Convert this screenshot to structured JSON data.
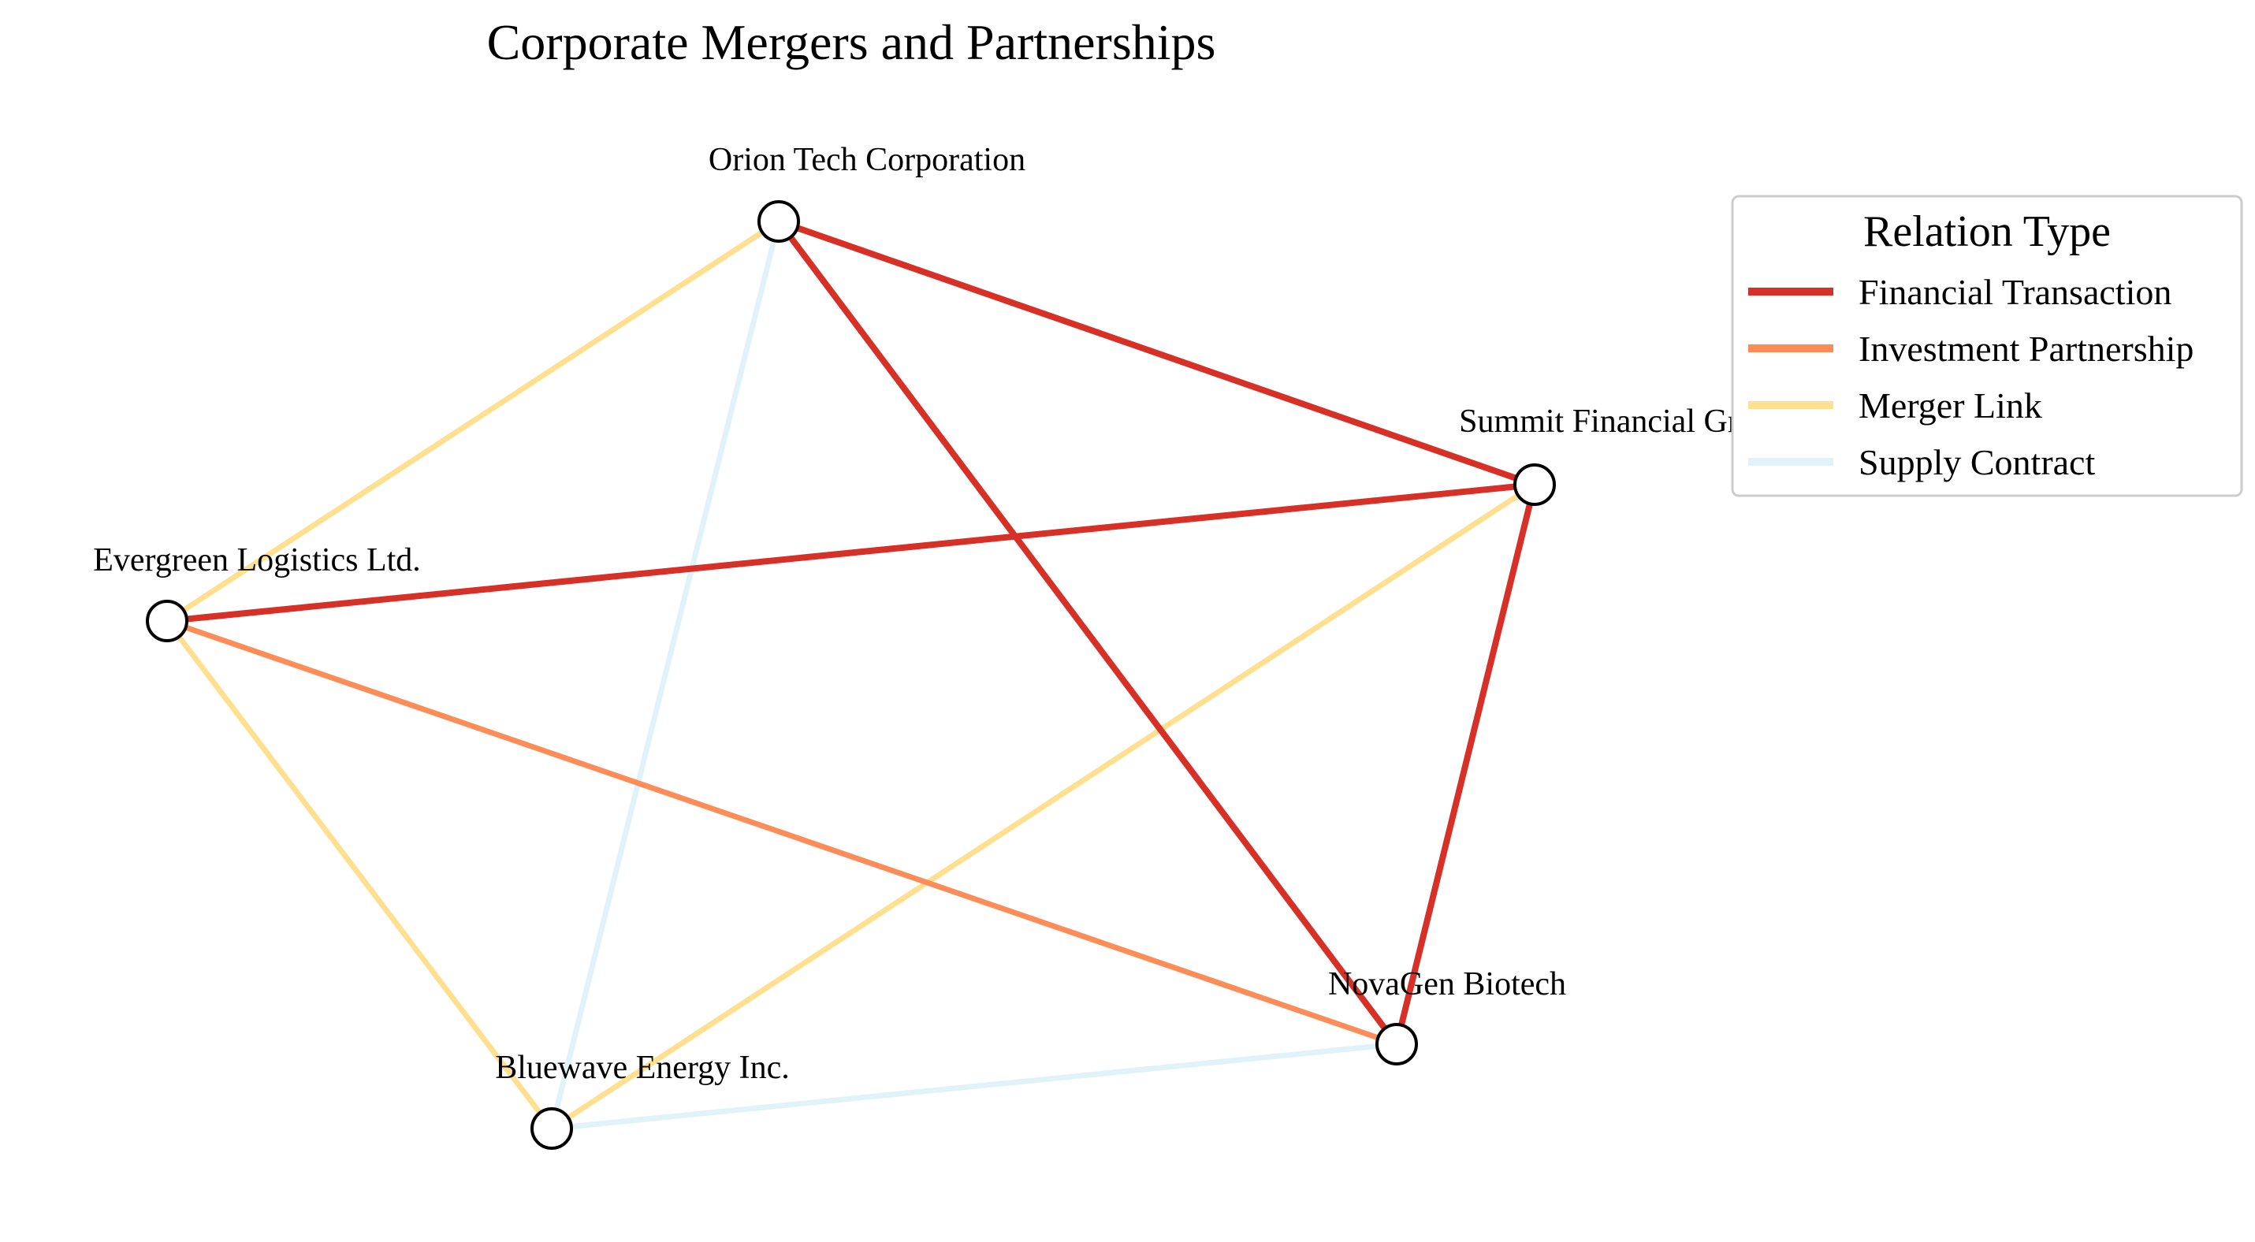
{
  "title": "Corporate Mergers and Partnerships",
  "legend": {
    "title": "Relation Type",
    "items": [
      {
        "type": "financial",
        "label": "Financial Transaction",
        "color": "#d73027"
      },
      {
        "type": "investment",
        "label": "Investment Partnership",
        "color": "#fc8d59"
      },
      {
        "type": "merger",
        "label": "Merger Link",
        "color": "#fee090"
      },
      {
        "type": "supply",
        "label": "Supply Contract",
        "color": "#e0f3f8"
      }
    ]
  },
  "nodes": [
    {
      "id": "orion",
      "label": "Orion Tech Corporation"
    },
    {
      "id": "summit",
      "label": "Summit Financial Group"
    },
    {
      "id": "evergreen",
      "label": "Evergreen Logistics Ltd."
    },
    {
      "id": "novagen",
      "label": "NovaGen Biotech"
    },
    {
      "id": "bluewave",
      "label": "Bluewave Energy Inc."
    }
  ],
  "edges": [
    {
      "source": "orion",
      "target": "summit",
      "type": "financial"
    },
    {
      "source": "orion",
      "target": "novagen",
      "type": "financial"
    },
    {
      "source": "evergreen",
      "target": "summit",
      "type": "financial"
    },
    {
      "source": "summit",
      "target": "novagen",
      "type": "financial"
    },
    {
      "source": "evergreen",
      "target": "novagen",
      "type": "investment"
    },
    {
      "source": "orion",
      "target": "evergreen",
      "type": "merger"
    },
    {
      "source": "evergreen",
      "target": "bluewave",
      "type": "merger"
    },
    {
      "source": "summit",
      "target": "bluewave",
      "type": "merger"
    },
    {
      "source": "orion",
      "target": "bluewave",
      "type": "supply"
    },
    {
      "source": "bluewave",
      "target": "novagen",
      "type": "supply"
    }
  ]
}
